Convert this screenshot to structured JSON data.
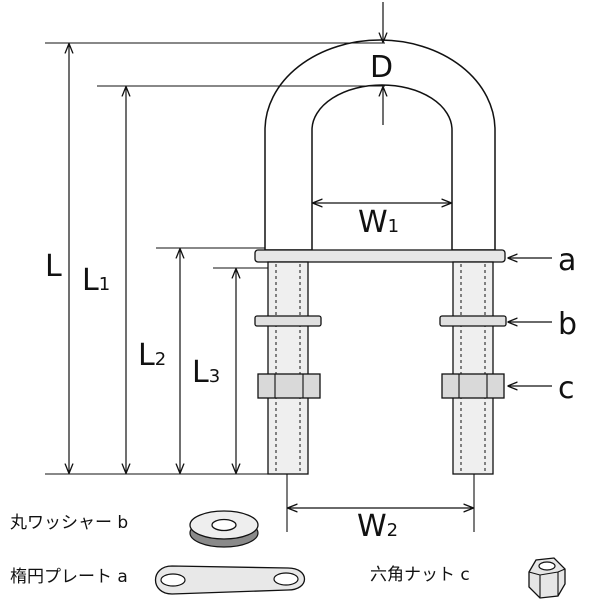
{
  "dimensions": {
    "D": "D",
    "W1": {
      "main": "W",
      "sub": "1"
    },
    "W2": {
      "main": "W",
      "sub": "2"
    },
    "L": "L",
    "L1": {
      "main": "L",
      "sub": "1"
    },
    "L2": {
      "main": "L",
      "sub": "2"
    },
    "L3": {
      "main": "L",
      "sub": "3"
    }
  },
  "callouts": {
    "a": "a",
    "b": "b",
    "c": "c"
  },
  "legend": {
    "washer": "丸ワッシャー b",
    "plate": "楕円プレート a",
    "nut": "六角ナット c"
  },
  "colors": {
    "line": "#111111",
    "part_fill": "#d9d9d9",
    "thread_fill": "#efefef"
  }
}
